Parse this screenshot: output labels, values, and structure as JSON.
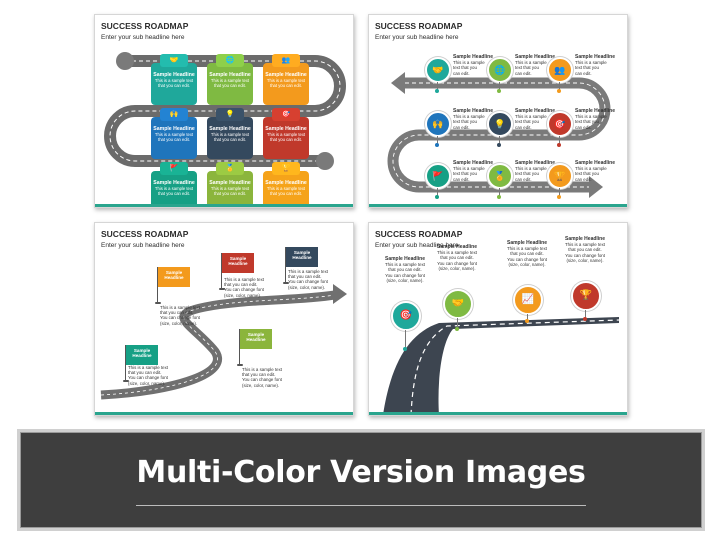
{
  "slides": [
    {
      "title": "SUCCESS ROADMAP",
      "subtitle": "Enter your sub headline here",
      "cards": [
        {
          "headline": "Sample Headline",
          "text": "This is a sample text that you can edit.",
          "color": "#1fa89b",
          "icon": "handshake-icon",
          "glyph": "🤝"
        },
        {
          "headline": "Sample Headline",
          "text": "This is a sample text that you can edit.",
          "color": "#7fba42",
          "icon": "globe-icon",
          "glyph": "🌐"
        },
        {
          "headline": "Sample Headline",
          "text": "This is a sample text that you can edit.",
          "color": "#f39a1d",
          "icon": "team-icon",
          "glyph": "👥"
        },
        {
          "headline": "Sample Headline",
          "text": "This is a sample text that you can edit.",
          "color": "#1f75bc",
          "icon": "celebrate-icon",
          "glyph": "🙌"
        },
        {
          "headline": "Sample Headline",
          "text": "This is a sample text that you can edit.",
          "color": "#34495e",
          "icon": "bulb-icon",
          "glyph": "💡"
        },
        {
          "headline": "Sample Headline",
          "text": "This is a sample text that you can edit.",
          "color": "#c0392b",
          "icon": "target-icon",
          "glyph": "🎯"
        },
        {
          "headline": "Sample Headline",
          "text": "This is a sample text that you can edit.",
          "color": "#16a085",
          "icon": "goal-icon",
          "glyph": "🚩"
        },
        {
          "headline": "Sample Headline",
          "text": "This is a sample text that you can edit.",
          "color": "#8bb53c",
          "icon": "award-icon",
          "glyph": "🏅"
        },
        {
          "headline": "Sample Headline",
          "text": "This is a sample text that you can edit.",
          "color": "#f5a31a",
          "icon": "trophy-icon",
          "glyph": "🏆"
        }
      ]
    },
    {
      "title": "SUCCESS ROADMAP",
      "subtitle": "Enter your sub headline here",
      "items": [
        {
          "headline": "Sample Headline",
          "l1": "This is a sample",
          "l2": "text that you",
          "l3": "can edit.",
          "color": "#1fa89b",
          "icon": "handshake-icon",
          "glyph": "🤝"
        },
        {
          "headline": "Sample Headline",
          "l1": "This is a sample",
          "l2": "text that you",
          "l3": "can edit.",
          "color": "#7fba42",
          "icon": "globe-icon",
          "glyph": "🌐"
        },
        {
          "headline": "Sample Headline",
          "l1": "This is a sample",
          "l2": "text that you",
          "l3": "can edit.",
          "color": "#f39a1d",
          "icon": "team-icon",
          "glyph": "👥"
        },
        {
          "headline": "Sample Headline",
          "l1": "This is a sample",
          "l2": "text that you",
          "l3": "can edit.",
          "color": "#1f75bc",
          "icon": "celebrate-icon",
          "glyph": "🙌"
        },
        {
          "headline": "Sample Headline",
          "l1": "This is a sample",
          "l2": "text that you",
          "l3": "can edit.",
          "color": "#34495e",
          "icon": "bulb-icon",
          "glyph": "💡"
        },
        {
          "headline": "Sample Headline",
          "l1": "This is a sample",
          "l2": "text that you",
          "l3": "can edit.",
          "color": "#c0392b",
          "icon": "target-icon",
          "glyph": "🎯"
        },
        {
          "headline": "Sample Headline",
          "l1": "This is a sample",
          "l2": "text that you",
          "l3": "can edit.",
          "color": "#16a085",
          "icon": "goal-icon",
          "glyph": "🚩"
        },
        {
          "headline": "Sample Headline",
          "l1": "This is a sample",
          "l2": "text that you",
          "l3": "can edit.",
          "color": "#7fba42",
          "icon": "award-icon",
          "glyph": "🏅"
        },
        {
          "headline": "Sample Headline",
          "l1": "This is a sample",
          "l2": "text that you",
          "l3": "can edit.",
          "color": "#f39a1d",
          "icon": "trophy-icon",
          "glyph": "🏆"
        }
      ]
    },
    {
      "title": "SUCCESS ROADMAP",
      "subtitle": "Enter your sub headline here",
      "flags": [
        {
          "headline": "Sample Headline",
          "l1": "This is a sample text",
          "l2": "that you can edit.",
          "l3": "You can change font",
          "l4": "(size, color, name).",
          "color": "#f39a1d"
        },
        {
          "headline": "Sample Headline",
          "l1": "This is a sample text",
          "l2": "that you can edit.",
          "l3": "You can change font",
          "l4": "(size, color, name).",
          "color": "#c0392b"
        },
        {
          "headline": "Sample Headline",
          "l1": "This is a sample text",
          "l2": "that you can edit.",
          "l3": "You can change font",
          "l4": "(size, color, name).",
          "color": "#34495e"
        },
        {
          "headline": "Sample Headline",
          "l1": "This is a sample text",
          "l2": "that you can edit.",
          "l3": "You can change font",
          "l4": "(size, color, name).",
          "color": "#16a085"
        },
        {
          "headline": "Sample Headline",
          "l1": "This is a sample text",
          "l2": "that you can edit.",
          "l3": "You can change font",
          "l4": "(size, color, name).",
          "color": "#8bb53c"
        }
      ]
    },
    {
      "title": "SUCCESS ROADMAP",
      "subtitle": "Enter your sub headline here",
      "pins": [
        {
          "headline": "Sample Headline",
          "l1": "This is a sample text",
          "l2": "that you can edit.",
          "l3": "You can change font",
          "l4": "(size, color, name).",
          "color": "#1fa89b",
          "icon": "target-icon",
          "glyph": "🎯"
        },
        {
          "headline": "Sample Headline",
          "l1": "This is a sample text",
          "l2": "that you can edit.",
          "l3": "You can change font",
          "l4": "(size, color, name).",
          "color": "#7fba42",
          "icon": "handshake-icon",
          "glyph": "🤝"
        },
        {
          "headline": "Sample Headline",
          "l1": "This is a sample text",
          "l2": "that you can edit.",
          "l3": "You can change font",
          "l4": "(size, color, name).",
          "color": "#f39a1d",
          "icon": "growth-icon",
          "glyph": "📈"
        },
        {
          "headline": "Sample Headline",
          "l1": "This is a sample text",
          "l2": "that you can edit.",
          "l3": "You can change font",
          "l4": "(size, color, name).",
          "color": "#c0392b",
          "icon": "trophy-icon",
          "glyph": "🏆"
        }
      ]
    }
  ],
  "banner": {
    "caption": "Multi-Color Version Images"
  },
  "colors": {
    "accent_bar": "#2aa58e",
    "road": "#5a5a5a",
    "road_dark": "#3d4550",
    "banner_bg": "#3e3e3e"
  }
}
